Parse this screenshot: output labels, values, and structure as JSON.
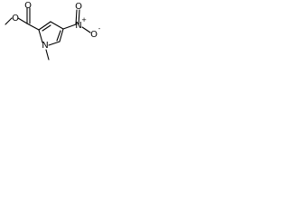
{
  "molecule": {
    "atoms": {
      "o_ester_single": "O",
      "o_ester_double": "O",
      "n_ring": "N",
      "n_nitro": "N",
      "o_nitro_double": "O",
      "o_nitro_single": "O",
      "nitro_plus": "+",
      "nitro_minus": "-"
    }
  }
}
